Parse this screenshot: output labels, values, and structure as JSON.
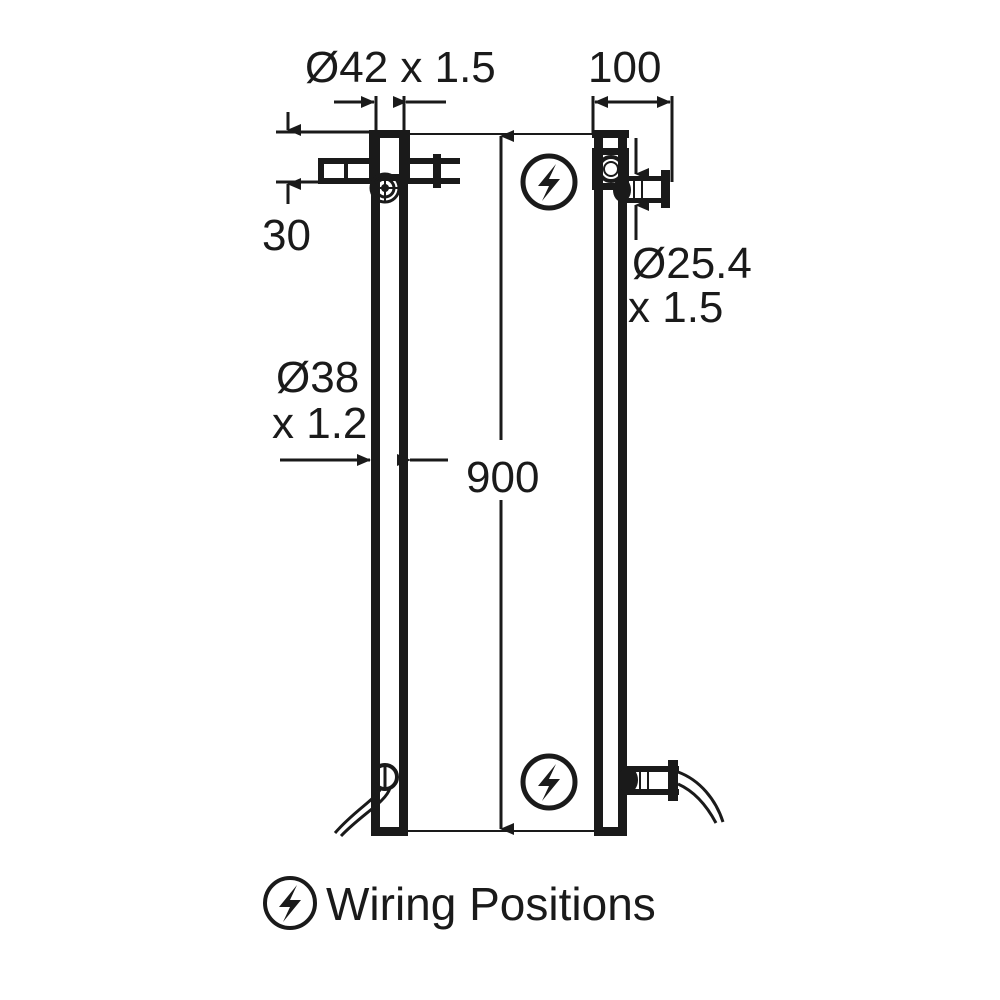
{
  "drawing": {
    "title": "Heated Towel Rail Vertical Column - Dimensioned Technical Drawing",
    "background_color": "#ffffff",
    "line_color": "#1a1a1a",
    "views": [
      {
        "name": "front-view",
        "label": ""
      },
      {
        "name": "side-view",
        "label": ""
      }
    ],
    "dimensions": {
      "top_diameter": "Ø42 x 1.5",
      "top_width": "100",
      "bracket_offset": "30",
      "column_diameter": "Ø38",
      "column_thickness": "x 1.2",
      "overall_height": "900",
      "connector_diameter": "Ø25.4",
      "connector_thickness": "x 1.5"
    },
    "legend": {
      "symbol": "lightning-bolt-icon",
      "label": "Wiring Positions"
    },
    "annotations": {
      "wiring_markers": 2
    }
  }
}
